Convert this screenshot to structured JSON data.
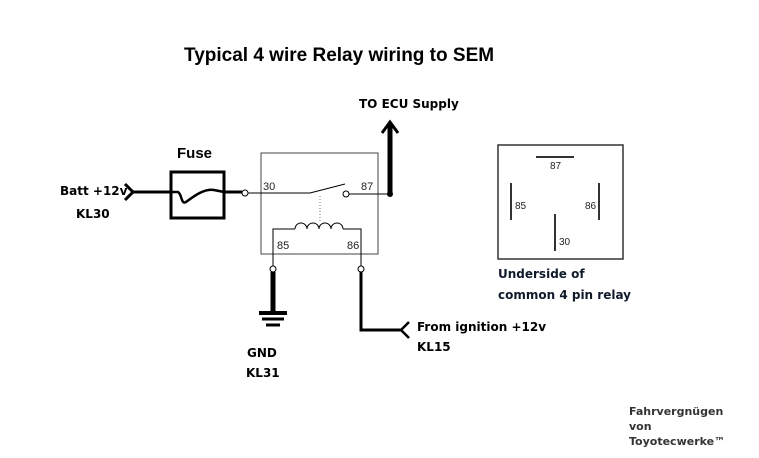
{
  "diagram": {
    "title": "Typical 4 wire Relay wiring to SEM",
    "fuse_label": "Fuse",
    "battery": {
      "label": "Batt +12v",
      "terminal": "KL30"
    },
    "ecu": {
      "label": "TO ECU Supply"
    },
    "ground": {
      "label": "GND",
      "terminal": "KL31"
    },
    "ignition": {
      "label": "From ignition +12v",
      "terminal": "KL15"
    },
    "relay_pins": {
      "p30": "30",
      "p87": "87",
      "p85": "85",
      "p86": "86"
    },
    "underside": {
      "caption_line1": "Underside of",
      "caption_line2": "common 4 pin relay",
      "pins": {
        "p87": "87",
        "p85": "85",
        "p86": "86",
        "p30": "30"
      }
    },
    "credit": {
      "line1": "Fahrvergnügen",
      "line2": "von",
      "line3": "Toyotecwerke™"
    }
  }
}
